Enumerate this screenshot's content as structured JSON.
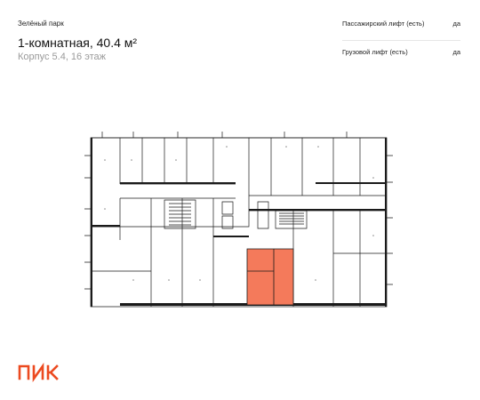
{
  "header": {
    "complex_name": "Зелёный парк",
    "title": "1-комнатная, 40.4 м²",
    "subtitle": "Корпус 5.4, 16 этаж"
  },
  "specs": {
    "items": [
      {
        "label": "Пассажирский лифт (есть)",
        "value": "да"
      },
      {
        "label": "Грузовой лифт (есть)",
        "value": "да"
      }
    ]
  },
  "floor_plan": {
    "highlight_color": "#f47a5b",
    "accent_color": "#e8542a"
  },
  "logo": {
    "text": "ПИК",
    "color": "#ec4a20"
  }
}
